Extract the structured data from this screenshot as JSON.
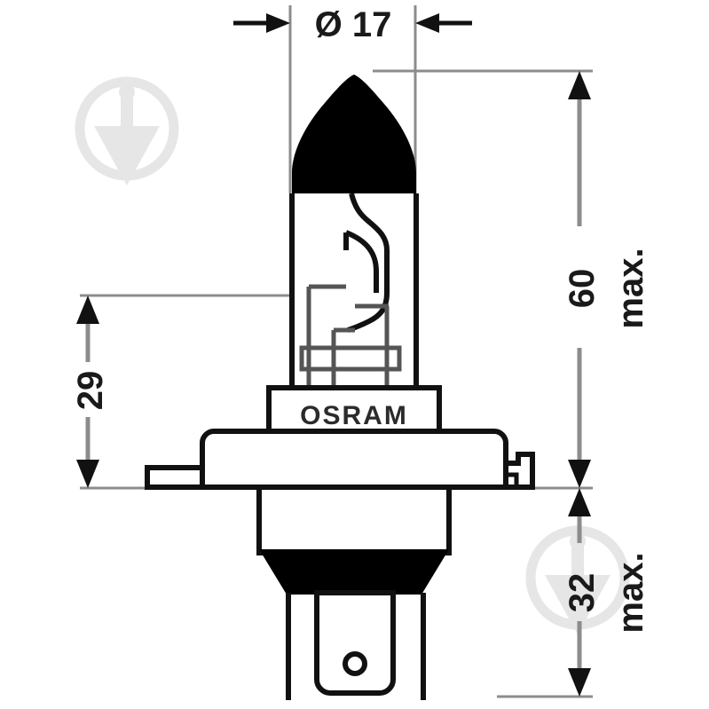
{
  "drawing": {
    "title": "OSRAM H4 bulb technical dimension drawing",
    "brand_label": "OSRAM",
    "line_color": "#111111",
    "fill_color": "#000000",
    "background_color": "#ffffff",
    "watermark_color": "#e4e4e4",
    "dimension_text_color": "#1a1a1a"
  },
  "dimensions": {
    "diameter": {
      "label": "Ø 17",
      "value": "17",
      "symbol": "Ø",
      "orientation": "horizontal",
      "position": "top",
      "name": "bulb-glass-diameter"
    },
    "height_total": {
      "label": "60",
      "qualifier": "max.",
      "value": "60",
      "orientation": "vertical",
      "position": "right-upper",
      "name": "overall-height-above-flange"
    },
    "height_base": {
      "label": "32",
      "qualifier": "max.",
      "value": "32",
      "orientation": "vertical",
      "position": "right-lower",
      "name": "base-height-below-flange"
    },
    "filament_position": {
      "label": "29",
      "value": "29",
      "orientation": "vertical",
      "position": "left",
      "name": "filament-to-flange-distance"
    }
  },
  "watermarks": [
    {
      "name": "watermark-logo-top-left",
      "glyph": "▽"
    },
    {
      "name": "watermark-logo-bottom-right",
      "glyph": "▽"
    }
  ]
}
